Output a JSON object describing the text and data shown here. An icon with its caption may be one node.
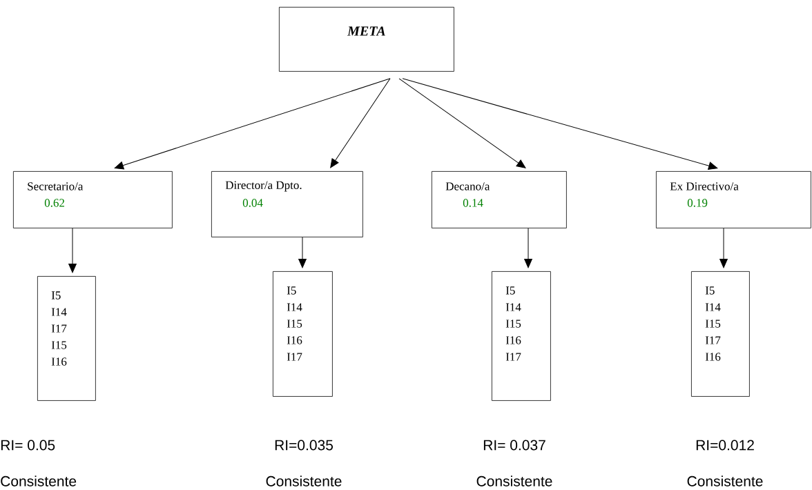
{
  "diagram": {
    "nodes": [
      {
        "text": [
          "META"
        ]
      },
      {
        "text": [
          "Secretario/a",
          "0.62"
        ]
      },
      {
        "text": [
          "Director/a Dpto.",
          "0.04"
        ]
      },
      {
        "text": [
          "Decano/a",
          "0.14"
        ]
      },
      {
        "text": [
          "Ex Directivo/a",
          "0.19"
        ]
      },
      {
        "text": [
          "I5",
          "I14",
          "I17",
          "I15",
          "I16"
        ],
        "beside": [
          "RI= 0.05",
          "Consistente"
        ]
      },
      {
        "text": [
          "I5",
          "I14",
          "I15",
          "I16",
          "I17"
        ],
        "beside": [
          "RI=0.035",
          "Consistente"
        ]
      },
      {
        "text": [
          "I5",
          "I14",
          "I15",
          "I16",
          "I17"
        ],
        "beside": [
          "RI= 0.037",
          "Consistente"
        ]
      },
      {
        "text": [
          "I5",
          "I14",
          "I15",
          "I17",
          "I16"
        ],
        "beside": [
          "RI=0.012",
          "Consistente"
        ]
      }
    ],
    "edges": [
      {
        "from": 0,
        "to": 1,
        "arrow": "to"
      },
      {
        "from": 0,
        "to": 2,
        "arrow": "to"
      },
      {
        "from": 0,
        "to": 3,
        "arrow": "to"
      },
      {
        "from": 0,
        "to": 4,
        "arrow": "to"
      },
      {
        "from": 1,
        "to": 5,
        "arrow": "to"
      },
      {
        "from": 2,
        "to": 6,
        "arrow": "to"
      },
      {
        "from": 3,
        "to": 7,
        "arrow": "to"
      },
      {
        "from": 4,
        "to": 8,
        "arrow": "to"
      }
    ]
  }
}
